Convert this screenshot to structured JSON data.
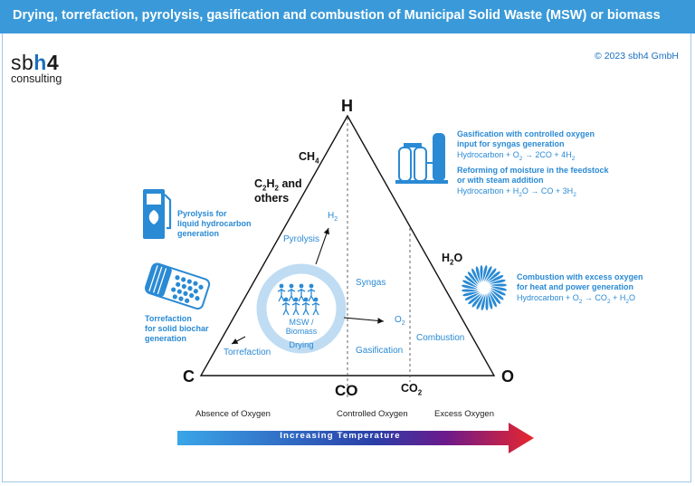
{
  "header": {
    "title": "Drying, torrefaction, pyrolysis, gasification and combustion of Municipal Solid Waste (MSW) or biomass"
  },
  "logo": {
    "prefix": "sb",
    "highlight": "h",
    "suffix": "4",
    "sub": "consulting"
  },
  "copyright": "© 2023 sbh4 GmbH",
  "vertices": {
    "top": "H",
    "left": "C",
    "right": "O"
  },
  "species": {
    "ch4": {
      "base": "CH",
      "sub": "4"
    },
    "c2h2": {
      "base1": "C",
      "sub1": "2",
      "base2": "H",
      "sub2": "2",
      "rest": "and",
      "line2": "others"
    },
    "h2o": {
      "base1": "H",
      "sub": "2",
      "base2": "O"
    },
    "co": "CO",
    "co2": {
      "base": "CO",
      "sub": "2"
    }
  },
  "inside": {
    "pyrolysis": "Pyrolysis",
    "h2": {
      "base": "H",
      "sub": "2"
    },
    "syngas": "Syngas",
    "o2": {
      "base": "O",
      "sub": "2"
    },
    "msw_line1": "MSW /",
    "msw_line2": "Biomass",
    "drying": "Drying",
    "torrefaction": "Torrefaction",
    "gasification": "Gasification",
    "combustion": "Combustion"
  },
  "left_notes": {
    "pyrolysis": [
      "Pyrolysis for",
      "liquid hydrocarbon",
      "generation"
    ],
    "torrefaction": [
      "Torrefaction",
      "for solid biochar",
      "generation"
    ]
  },
  "right_notes": {
    "gasification_title": [
      "Gasification with controlled oxygen",
      "input for syngas generation"
    ],
    "gasification_eq": {
      "a": "Hydrocarbon + O",
      "a_sub": "2",
      "b": " → 2CO + 4H",
      "b_sub": "2"
    },
    "reforming_title": [
      "Reforming of moisture in the feedstock",
      "or with steam addition"
    ],
    "reforming_eq": {
      "a": "Hydrocarbon + H",
      "a_sub": "2",
      "b": "O → CO + 3H",
      "b_sub": "2"
    },
    "combustion_title": [
      "Combustion with excess oxygen",
      "for heat and power generation"
    ],
    "combustion_eq": {
      "a": "Hydrocarbon + O",
      "a_sub": "2",
      "b": " → CO",
      "b_sub": "2",
      "c": " + H",
      "c_sub": "2",
      "d": "O"
    }
  },
  "bottom": {
    "absence": "Absence of Oxygen",
    "controlled": "Controlled Oxygen",
    "excess": "Excess Oxygen",
    "arrow_label": "Increasing Temperature"
  },
  "colors": {
    "header_bg": "#3a9ad9",
    "accent_blue": "#2a8ad4",
    "ring": "#bfdcf3",
    "arrow_start": "#3aa6e8",
    "arrow_mid": "#6a1a8c",
    "arrow_end": "#e8262e"
  },
  "icons": [
    "fuel-pump-icon",
    "biochar-pellets-icon",
    "gasifier-icon",
    "flame-burner-icon",
    "people-icon"
  ]
}
